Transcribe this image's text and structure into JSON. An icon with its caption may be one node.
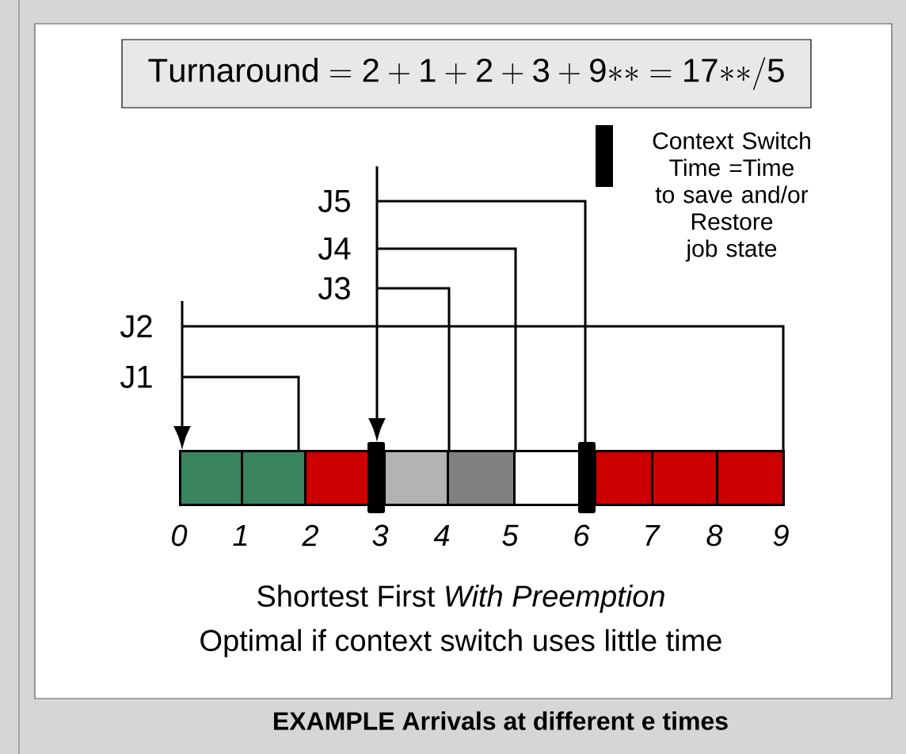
{
  "diagram": {
    "caption": "EXAMPLE Arrivals at different e times",
    "nodes": [
      {
        "text": [
          "\\mathrm{Turnaround = 2+1+2+3+9{*}{*}=17{*}{*}/5}"
        ]
      },
      {
        "text": [
          "J5"
        ]
      },
      {
        "text": [
          "J4"
        ]
      },
      {
        "text": [
          "J3"
        ]
      },
      {
        "text": [
          "J2"
        ]
      },
      {
        "text": [
          "J1"
        ]
      },
      {
        "text": [],
        "shape": "box"
      },
      {
        "text": [],
        "shape": "box"
      },
      {
        "text": [],
        "shape": "box"
      },
      {
        "text": [],
        "shape": "bar"
      },
      {
        "text": [],
        "shape": "box"
      },
      {
        "text": [],
        "shape": "box"
      },
      {
        "text": [],
        "shape": "box"
      },
      {
        "text": [],
        "shape": "bar"
      },
      {
        "text": [],
        "shape": "box"
      },
      {
        "text": [],
        "shape": "box"
      },
      {
        "text": [],
        "shape": "box"
      }
    ],
    "edges": [
      {
        "from": 5,
        "to": 7,
        "arrow": "none"
      },
      {
        "from": 4,
        "to": 16,
        "arrow": "none"
      },
      {
        "from": 3,
        "to": 10,
        "arrow": "none"
      },
      {
        "from": 2,
        "to": 11,
        "arrow": "none"
      },
      {
        "from": 1,
        "to": 12,
        "arrow": "none"
      },
      {
        "from": 4,
        "to": 6,
        "arrow": "to"
      },
      {
        "from": 1,
        "to": 9,
        "arrow": "to"
      }
    ],
    "labels": [
      "0",
      "1",
      "2",
      "3",
      "4",
      "5",
      "6",
      "7",
      "8",
      "9",
      "Shortest First *With Preemption*",
      "Optimal if context switch uses little time"
    ],
    "legend": [
      {
        "text": "Context Switch Time =Time to save and/or Restore job state",
        "color": "#000000"
      }
    ]
  }
}
